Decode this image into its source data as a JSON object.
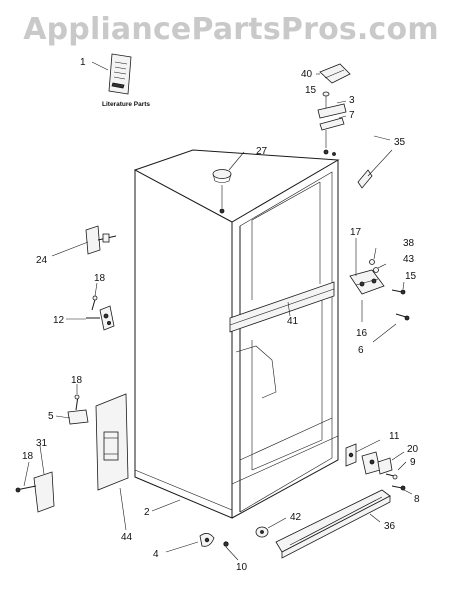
{
  "watermark": "AppliancePartsPros.com",
  "caption": "Literature Parts",
  "labels": {
    "l1": "1",
    "l40": "40",
    "l15a": "15",
    "l3": "3",
    "l7": "7",
    "l27": "27",
    "l35": "35",
    "l24": "24",
    "l18a": "18",
    "l12": "12",
    "l17": "17",
    "l38": "38",
    "l43": "43",
    "l15b": "15",
    "l41": "41",
    "l16": "16",
    "l6": "6",
    "l18b": "18",
    "l5": "5",
    "l31": "31",
    "l18c": "18",
    "l2": "2",
    "l44": "44",
    "l11": "11",
    "l20": "20",
    "l9": "9",
    "l8": "8",
    "l42": "42",
    "l36": "36",
    "l4": "4",
    "l10": "10"
  }
}
